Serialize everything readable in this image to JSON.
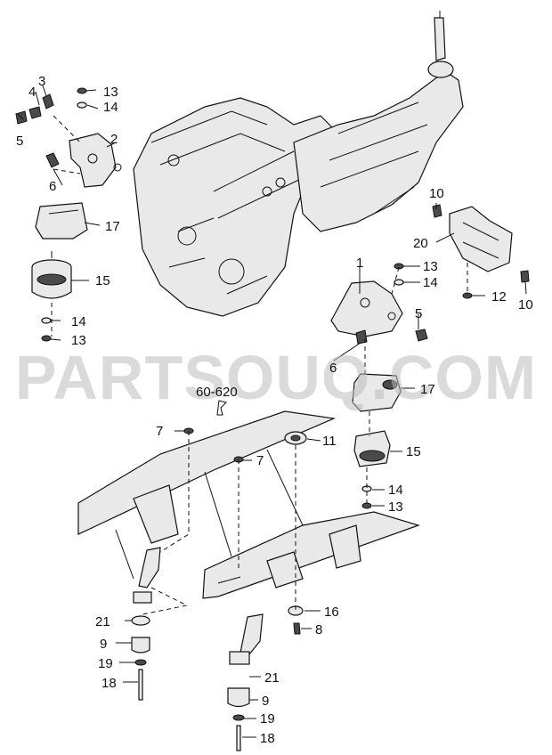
{
  "watermark": "PARTSOUQ.COM",
  "reference": "60-620",
  "callouts": {
    "c1": "1",
    "c2": "2",
    "c3": "3",
    "c4": "4",
    "c5a": "5",
    "c5b": "5",
    "c6a": "6",
    "c6b": "6",
    "c7a": "7",
    "c7b": "7",
    "c8": "8",
    "c9a": "9",
    "c9b": "9",
    "c10a": "10",
    "c10b": "10",
    "c11": "11",
    "c12": "12",
    "c13a": "13",
    "c13b": "13",
    "c13c": "13",
    "c13d": "13",
    "c14a": "14",
    "c14b": "14",
    "c14c": "14",
    "c14d": "14",
    "c15a": "15",
    "c15b": "15",
    "c16": "16",
    "c17a": "17",
    "c17b": "17",
    "c18a": "18",
    "c18b": "18",
    "c19a": "19",
    "c19b": "19",
    "c20": "20",
    "c21a": "21",
    "c21b": "21"
  }
}
